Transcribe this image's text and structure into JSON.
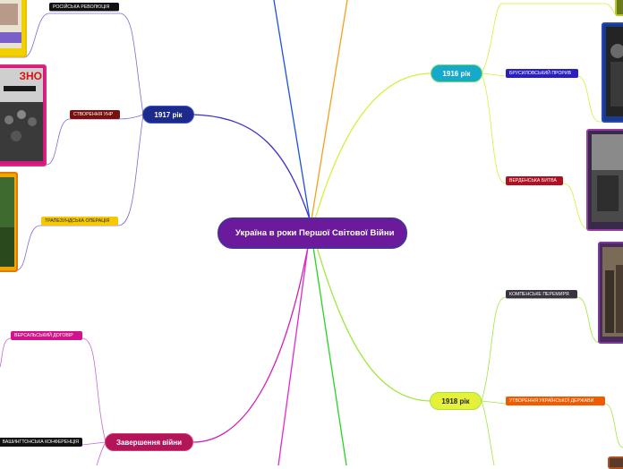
{
  "central_topic": "Україна в роки Першої Світової Війни",
  "branches": {
    "y1917": {
      "label": "1917 рік",
      "children": [
        "РОСІЙСЬКА РЕВОЛЮЦІЯ",
        "СТВОРЕННЯ УНР",
        "ТРАПЕЗУНДСЬКА ОПЕРАЦІЯ"
      ]
    },
    "y1916": {
      "label": "1916 рік",
      "children": [
        "БРУСИЛОВСЬКИЙ ПРОРИВ",
        "ВЕРДЕНСЬКА БИТВА"
      ]
    },
    "y1918": {
      "label": "1918 рік",
      "children": [
        "КОМПЕНСЬКЕ ПЕРЕМИРЯ",
        "УТВОРЕННЯ УКРАЇНСЬКОЇ ДЕРЖАВИ"
      ]
    },
    "end": {
      "label": "Завершення війни",
      "children": [
        "ВЕРСАЛЬСЬКИЙ ДОГОВІР",
        "ВАШИНГТОНСЬКА КОНФЕРЕНЦІЯ"
      ]
    }
  },
  "image_badges": {
    "zno": "ЗНО"
  },
  "colors": {
    "center": "#6a1a9a",
    "y1917": "#1c2a8a",
    "y1916": "#17a9c9",
    "y1918": "#e6ef3a",
    "end": "#b3155a"
  }
}
